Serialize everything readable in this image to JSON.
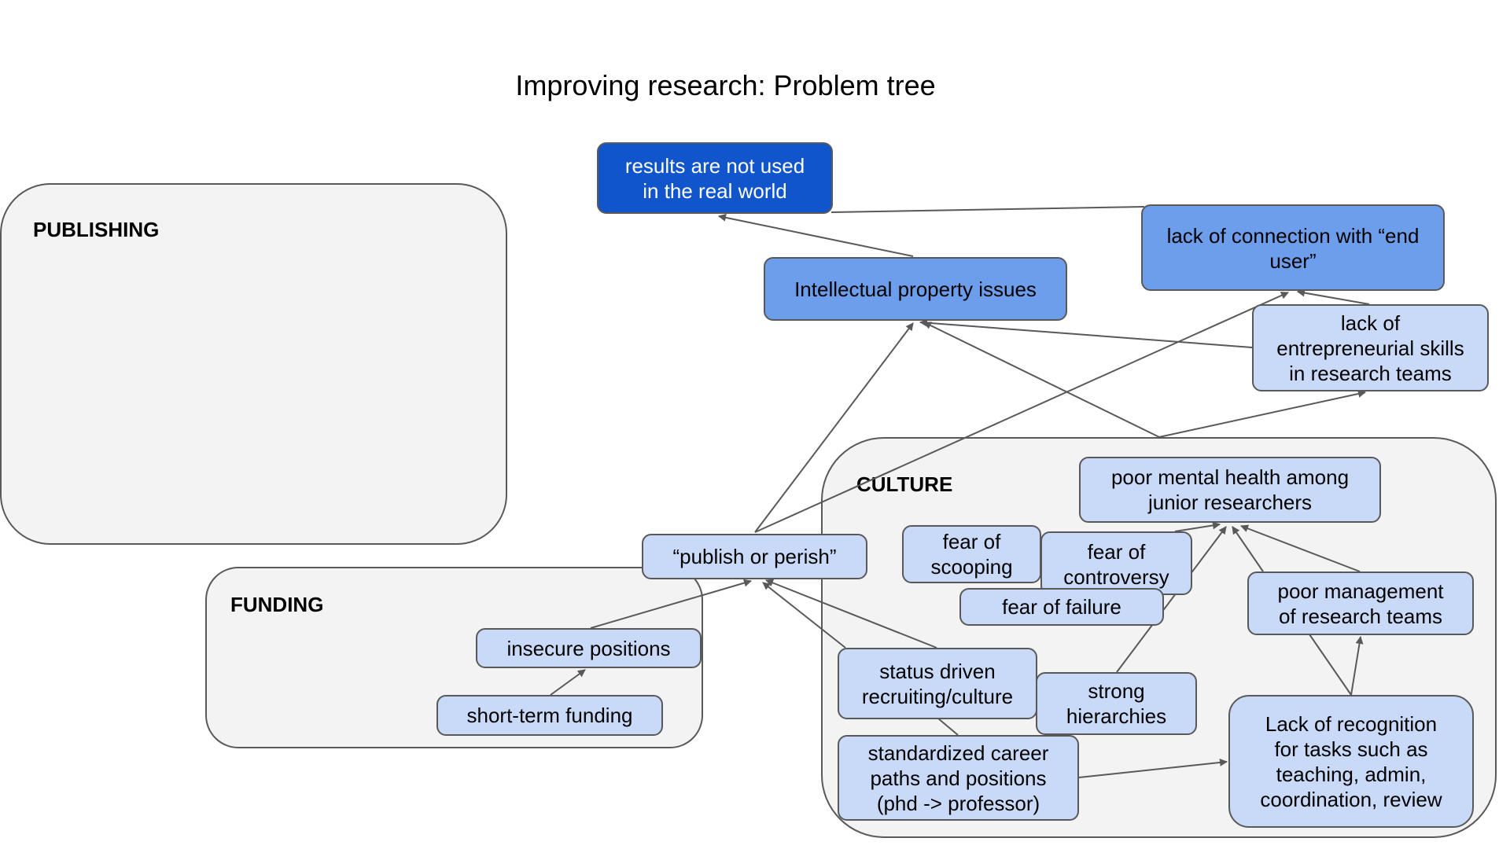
{
  "title": "Improving research: Problem tree",
  "colors": {
    "dark_node": "#1155cc",
    "mid_node": "#6d9eeb",
    "light_node": "#c9daf8",
    "container_fill": "#f3f3f3",
    "stroke": "#595959"
  },
  "groups": {
    "publishing": "PUBLISHING",
    "funding": "FUNDING",
    "culture": "CULTURE"
  },
  "nodes": {
    "results_not_used": "results are not used\nin the real world",
    "ip_issues": "Intellectual property issues",
    "end_user": "lack of connection with “end\nuser”",
    "entrepreneurial": "lack of\nentrepreneurial skills\nin research teams",
    "publish_perish": "“publish or perish”",
    "insecure_positions": "insecure positions",
    "short_term_funding": "short-term funding",
    "mental_health": "poor mental health among\njunior researchers",
    "fear_scooping": "fear of\nscooping",
    "fear_controversy": "fear of\ncontroversy",
    "fear_failure": "fear of failure",
    "poor_management": "poor management\nof research teams",
    "status_driven": "status driven\nrecruiting/culture",
    "strong_hierarchies": "strong\nhierarchies",
    "standardized_careers": "standardized career\npaths and positions\n(phd -> professor)",
    "lack_recognition": "Lack of recognition\nfor tasks such as\nteaching, admin,\ncoordination, review"
  },
  "edges": [
    {
      "from": "ip_issues",
      "to": "results_not_used",
      "arrow": true
    },
    {
      "from": "end_user",
      "to": "results_not_used",
      "arrow": false
    },
    {
      "from": "entrepreneurial",
      "to": "ip_issues",
      "arrow": true
    },
    {
      "from": "entrepreneurial",
      "to": "end_user",
      "arrow": true
    },
    {
      "from": "publish_perish",
      "to": "ip_issues",
      "arrow": true
    },
    {
      "from": "publish_perish",
      "to": "end_user",
      "arrow": true
    },
    {
      "from": "culture",
      "to": "ip_issues",
      "arrow": true
    },
    {
      "from": "culture",
      "to": "entrepreneurial",
      "arrow": true
    },
    {
      "from": "insecure_positions",
      "to": "publish_perish",
      "arrow": true
    },
    {
      "from": "short_term_funding",
      "to": "insecure_positions",
      "arrow": true
    },
    {
      "from": "status_driven",
      "to": "publish_perish",
      "arrow": true
    },
    {
      "from": "status_driven",
      "to": "publish_perish",
      "arrow": true
    },
    {
      "from": "fear_controversy",
      "to": "mental_health",
      "arrow": true
    },
    {
      "from": "strong_hierarchies",
      "to": "mental_health",
      "arrow": true
    },
    {
      "from": "poor_management",
      "to": "mental_health",
      "arrow": true
    },
    {
      "from": "poor_management",
      "to": "mental_health",
      "arrow": true
    },
    {
      "from": "standardized_careers",
      "to": "status_driven",
      "arrow": false
    },
    {
      "from": "standardized_careers",
      "to": "lack_recognition",
      "arrow": true
    },
    {
      "from": "lack_recognition",
      "to": "poor_management",
      "arrow": true
    },
    {
      "from": "lack_recognition",
      "to": "poor_management",
      "arrow": false
    }
  ]
}
